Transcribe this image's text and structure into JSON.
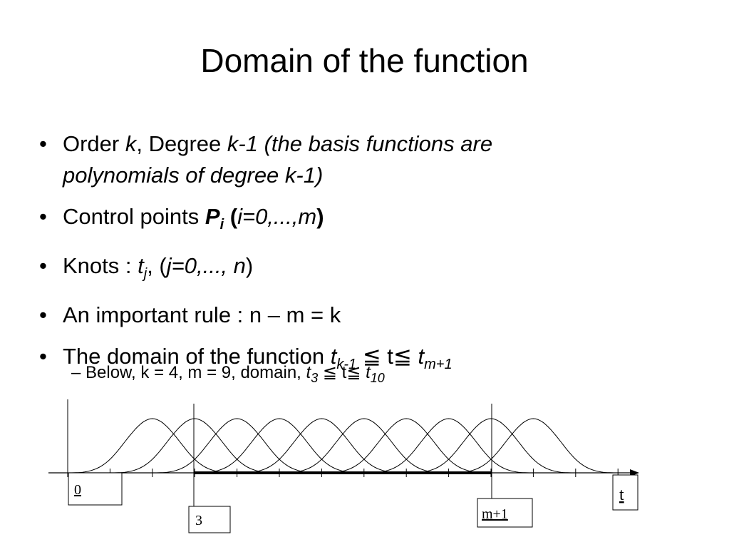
{
  "title": "Domain of the function",
  "bullets": {
    "b1": {
      "lead": "Order ",
      "k": "k",
      "mid": ", Degree ",
      "k1": "k-1",
      "paren1": " (the basis functions are",
      "paren2": "polynomials of degree k-1)"
    },
    "b2": {
      "lead": "Control points ",
      "P": "P",
      "Psub": "i",
      "open": " (",
      "range": "i=0,...,m",
      "close": ")"
    },
    "b3": {
      "lead": "Knots : ",
      "t": "t",
      "tsub": "j",
      "comma": ", (",
      "range": "j=0,..., n",
      "close": ")"
    },
    "b4": {
      "text": "An important rule :   n – m = k"
    },
    "b5": {
      "lead": "The domain of the function  ",
      "t1": "t",
      "t1sub": "k-1",
      "mid": " ≦ t≦ ",
      "t2": "t",
      "t2sub": "m+1"
    }
  },
  "sub": {
    "lead": "– Below, k = 4, m = 9,    domain, ",
    "t1": "t",
    "t1sub": "3",
    "mid": " ≦ t≦ ",
    "t2": "t",
    "t2sub": "10"
  },
  "diagram": {
    "label_0": "0",
    "label_3": "3",
    "label_m1": "m+1",
    "label_t": "t"
  }
}
